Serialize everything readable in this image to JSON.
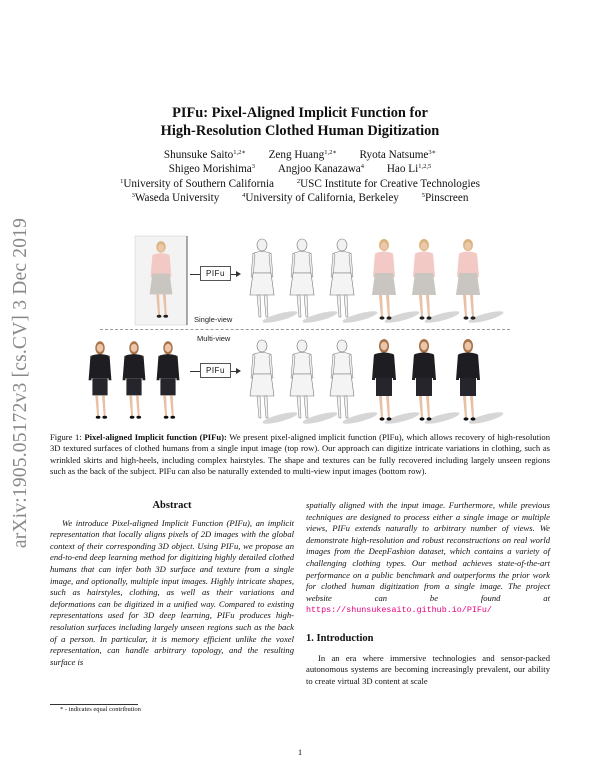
{
  "arxiv_stamp": "arXiv:1905.05172v3  [cs.CV]  3 Dec 2019",
  "paper": {
    "title_line1": "PIFu: Pixel-Aligned Implicit Function for",
    "title_line2": "High-Resolution Clothed Human Digitization",
    "authors": [
      {
        "name": "Shunsuke Saito",
        "sup": "1,2∗"
      },
      {
        "name": "Zeng Huang",
        "sup": "1,2∗"
      },
      {
        "name": "Ryota Natsume",
        "sup": "3∗"
      },
      {
        "name": "Shigeo Morishima",
        "sup": "3"
      },
      {
        "name": "Angjoo Kanazawa",
        "sup": "4"
      },
      {
        "name": "Hao Li",
        "sup": "1,2,5"
      }
    ],
    "affiliations": [
      {
        "sup": "1",
        "name": "University of Southern California"
      },
      {
        "sup": "2",
        "name": "USC Institute for Creative Technologies"
      },
      {
        "sup": "3",
        "name": "Waseda University"
      },
      {
        "sup": "4",
        "name": "University of California, Berkeley"
      },
      {
        "sup": "5",
        "name": "Pinscreen"
      }
    ]
  },
  "figure": {
    "pifu_label": "PIFu",
    "single_view_label": "Single-view",
    "multi_view_label": "Multi-view",
    "caption_prefix": "Figure 1: ",
    "caption_bold": "Pixel-aligned Implicit function (PIFu):",
    "caption_text": " We present pixel-aligned implicit function (PIFu), which allows recovery of high-resolution 3D textured surfaces of clothed humans from a single input image (top row). Our approach can digitize intricate variations in clothing, such as wrinkled skirts and high-heels, including complex hairstyles. The shape and textures can be fully recovered including largely unseen regions such as the back of the subject. PIFu can also be naturally extended to multi-view input images (bottom row).",
    "colors": {
      "top_pink": "#f2c9c4",
      "skirt_grey": "#c9c6c2",
      "suit_black": "#1d1d22",
      "skin": "#e8c0a4",
      "hair_blonde": "#d8b47a",
      "hair_brown": "#a8744a",
      "mesh_grey": "#eeeeee"
    }
  },
  "abstract": {
    "heading": "Abstract",
    "col1_text": "We introduce Pixel-aligned Implicit Function (PIFu), an implicit representation that locally aligns pixels of 2D images with the global context of their corresponding 3D object. Using PIFu, we propose an end-to-end deep learning method for digitizing highly detailed clothed humans that can infer both 3D surface and texture from a single image, and optionally, multiple input images. Highly intricate shapes, such as hairstyles, clothing, as well as their variations and deformations can be digitized in a unified way. Compared to existing representations used for 3D deep learning, PIFu produces high-resolution surfaces including largely unseen regions such as the back of a person. In particular, it is memory efficient unlike the voxel representation, can handle arbitrary topology, and the resulting surface is",
    "col2_text": "spatially aligned with the input image. Furthermore, while previous techniques are designed to process either a single image or multiple views, PIFu extends naturally to arbitrary number of views. We demonstrate high-resolution and robust reconstructions on real world images from the DeepFashion dataset, which contains a variety of challenging clothing types. Our method achieves state-of-the-art performance on a public benchmark and outperforms the prior work for clothed human digitization from a single image. The project website can be found at ",
    "link": "https://shunsukesaito.github.io/PIFu/",
    "link_color": "#e6007e"
  },
  "introduction": {
    "heading": "1. Introduction",
    "text": "In an era where immersive technologies and sensor-packed autonomous systems are becoming increasingly prevalent, our ability to create virtual 3D content at scale"
  },
  "footnote": "* - indicates equal contribution",
  "page_number": "1"
}
